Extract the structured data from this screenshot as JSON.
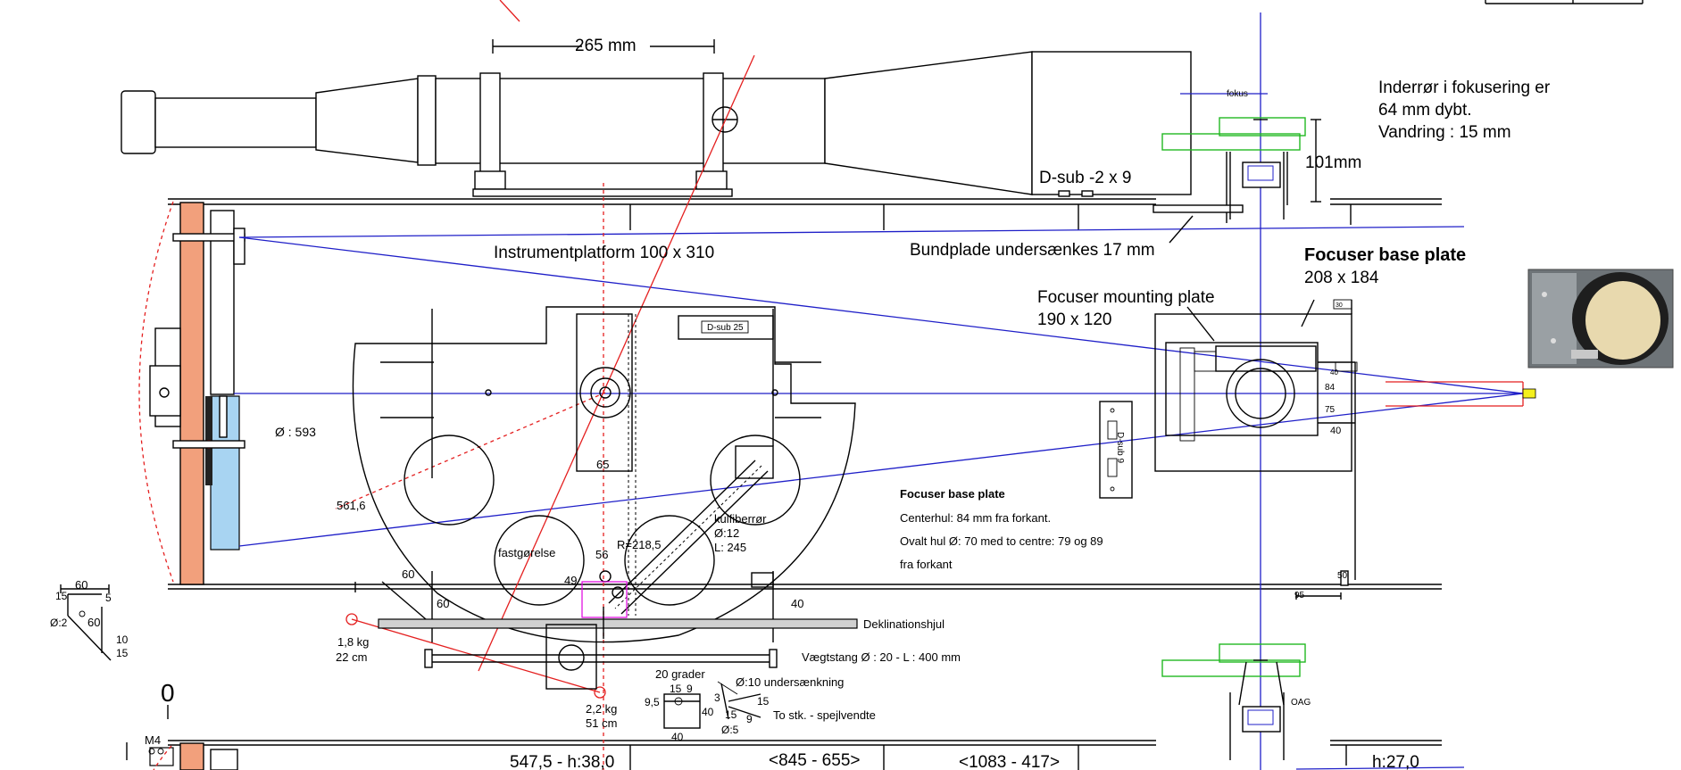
{
  "labels": {
    "dim_265": "265 mm",
    "fokus": "fokus",
    "focuser_note_1": "Inderrør i fokusering er",
    "focuser_note_2": "64 mm dybt.",
    "focuser_note_3": "Vandring : 15 mm",
    "dim_101": "101mm",
    "dsub_2x9": "D-sub -2 x 9",
    "instrumentplatform": "Instrumentplatform 100 x 310",
    "bundplade": "Bundplade undersænkes 17 mm",
    "focuser_base_plate_title": "Focuser base plate",
    "focuser_base_plate_size": "208 x 184",
    "focuser_mounting_plate": "Focuser mounting plate",
    "focuser_mounting_size": "190 x 120",
    "dsub_25": "D-sub 25",
    "diameter_593": "Ø : 593",
    "dim_65": "65",
    "dim_5616": "561,6",
    "dim_84": "84",
    "dim_75": "75",
    "dim_40_right": "40",
    "dim_40_small": "40",
    "dsub_9": "D-sub 9",
    "base_note_title": "Focuser base plate",
    "base_note_1": "Centerhul: 84 mm fra forkant.",
    "base_note_2": "Ovalt hul Ø: 70 med to centre: 79 og 89",
    "base_note_3": "fra forkant",
    "kulfiber_1": "kulfiberrør",
    "kulfiber_2": "Ø:12",
    "kulfiber_3": "L: 245",
    "fastgorelse": "fastgørelse",
    "dim_56": "56",
    "r_2185": "R=218,5",
    "dim_49": "49",
    "dim_60_a": "60",
    "dim_60_b": "60",
    "dim_40_c": "40",
    "dim_95": "95",
    "dim_50": "50",
    "deklinationshjul": "Deklinationshjul",
    "weight_1_kg": "1,8 kg",
    "weight_1_cm": "22 cm",
    "vaegtstang": "Vægtstang Ø : 20 - L : 400 mm",
    "weight_2_kg": "2,2 kg",
    "weight_2_cm": "51 cm",
    "grader": "20 grader",
    "undersaenkning": "Ø:10 undersænkning",
    "br_15a": "15",
    "br_9a": "9",
    "br_95": "9,5",
    "br_40a": "40",
    "br_40b": "40",
    "br_3": "3",
    "br_15b": "15",
    "br_9b": "9",
    "br_15c": "15",
    "br_o5": "Ø:5",
    "spejlvendte": "To stk. - spejlvendte",
    "oag": "OAG",
    "det_60": "60",
    "det_15a": "15",
    "det_5": "5",
    "det_o2": "Ø:2",
    "det_60b": "60",
    "det_10": "10",
    "det_15b": "15",
    "zero": "0",
    "m4": "M4",
    "bottom_1": "547,5 - h:38,0",
    "bottom_2": "<845 - 655>",
    "bottom_3": "<1083 - 417>",
    "bottom_4": "h:27,0",
    "tiny_30": "30"
  },
  "colors": {
    "optical_axis": "#1f1fc8",
    "red_line": "#e41f1f",
    "green": "#22b822",
    "pier_salmon": "#f2a07c",
    "plate_blue": "#a8d4f2",
    "magenta": "#e000e0",
    "ccd_yellow": "#f5f01e"
  }
}
